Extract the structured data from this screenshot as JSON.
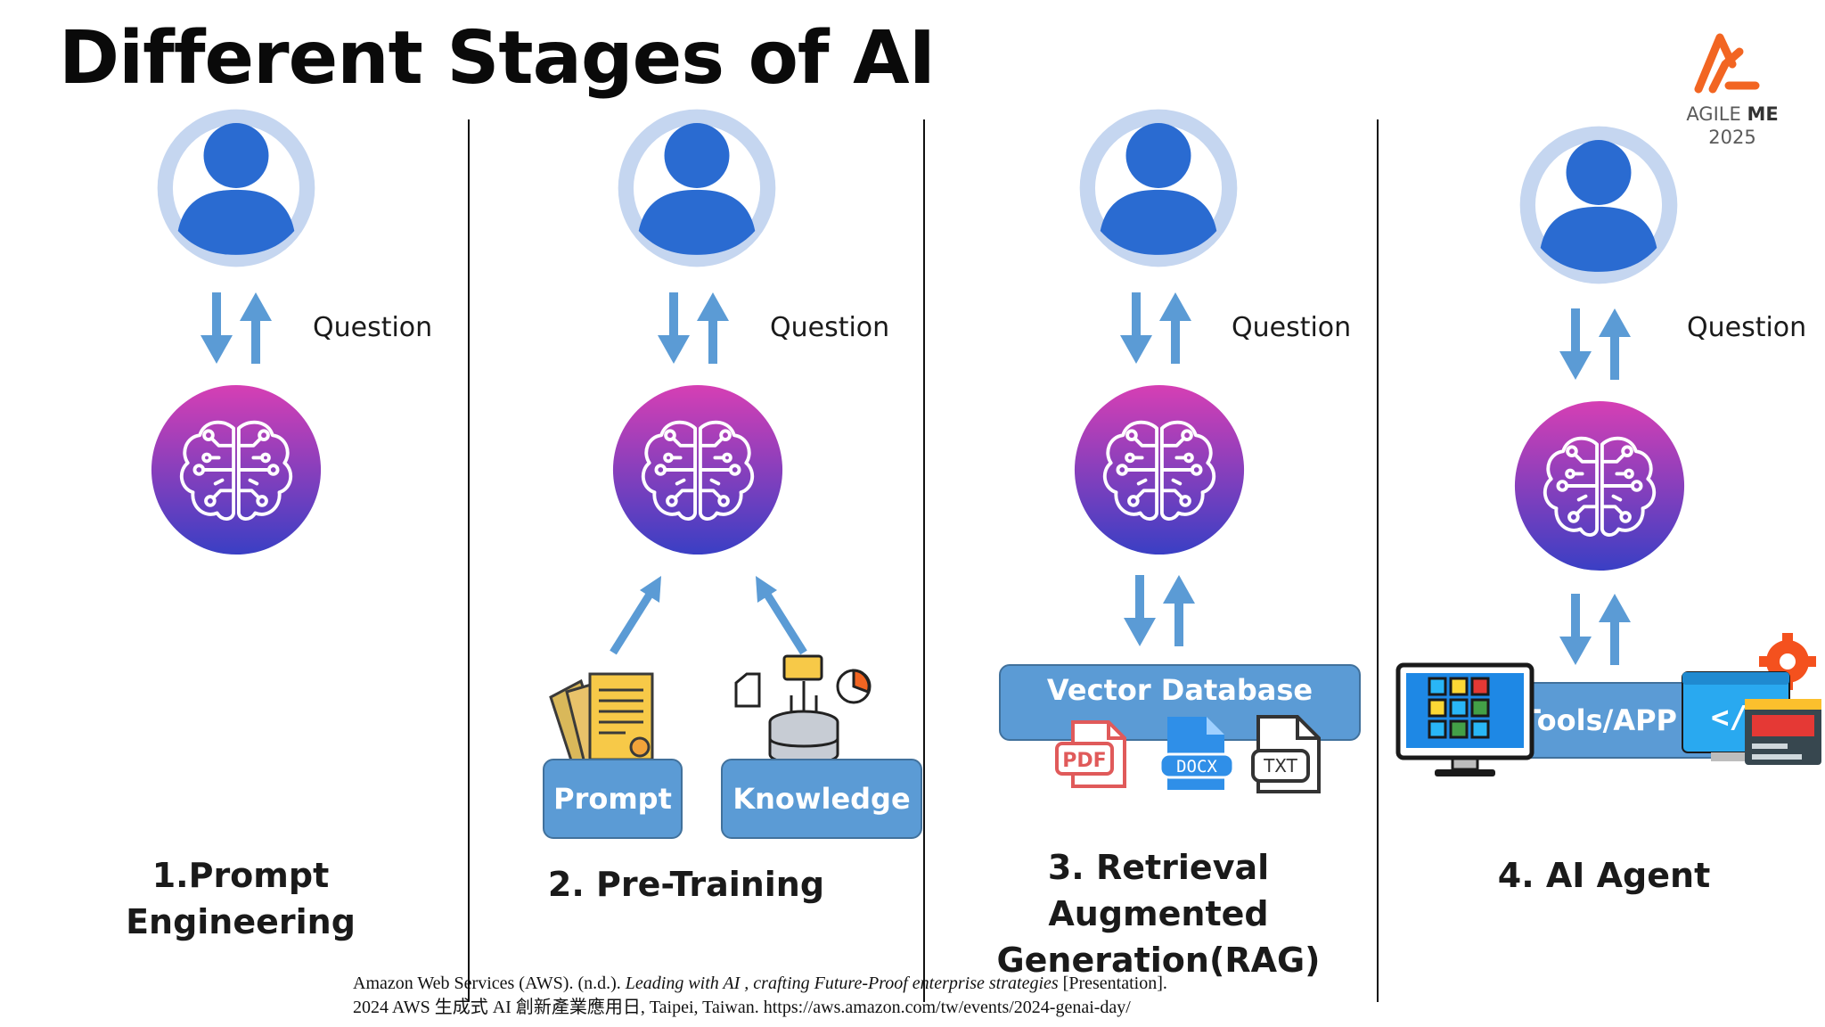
{
  "slide": {
    "title": "Different Stages of AI",
    "logo": {
      "line1_a": "AGILE",
      "line1_b": "ME",
      "line2": "2025"
    },
    "question_label": "Question",
    "stages": [
      {
        "label_lines": [
          "1.Prompt",
          "Engineering"
        ]
      },
      {
        "label_lines": [
          "2. Pre-Training"
        ],
        "boxes": [
          "Prompt",
          "Knowledge"
        ]
      },
      {
        "label_lines": [
          "3. Retrieval",
          "Augmented",
          "Generation(RAG)"
        ],
        "box": "Vector Database",
        "files": [
          "PDF",
          "DOCX",
          "TXT"
        ]
      },
      {
        "label_lines": [
          "4. AI Agent"
        ],
        "box": "Tools/APP"
      }
    ],
    "citation": {
      "line1_a": "Amazon Web Services (AWS). (n.d.).",
      "line1_b": "Leading with AI , crafting Future-Proof enterprise strategies",
      "line1_c": "[Presentation].",
      "line2": "2024 AWS 生成式 AI 創新產業應用日, Taipei, Taiwan. https://aws.amazon.com/tw/events/2024-genai-day/"
    }
  },
  "colors": {
    "arrow": "#5b9bd5",
    "user": "#2a6bd1",
    "user_ring": "#c5d6f0",
    "brain_top": "#d63fb4",
    "brain_bottom": "#3a3fc4",
    "accent": "#f26522"
  },
  "icons": [
    "user-avatar-icon",
    "brain-circuit-icon",
    "arrow-down-icon",
    "arrow-up-icon",
    "document-stack-icon",
    "database-icon",
    "pdf-file-icon",
    "docx-file-icon",
    "txt-file-icon",
    "monitor-apps-icon",
    "code-window-icon",
    "gear-icon",
    "agile-me-logo"
  ]
}
